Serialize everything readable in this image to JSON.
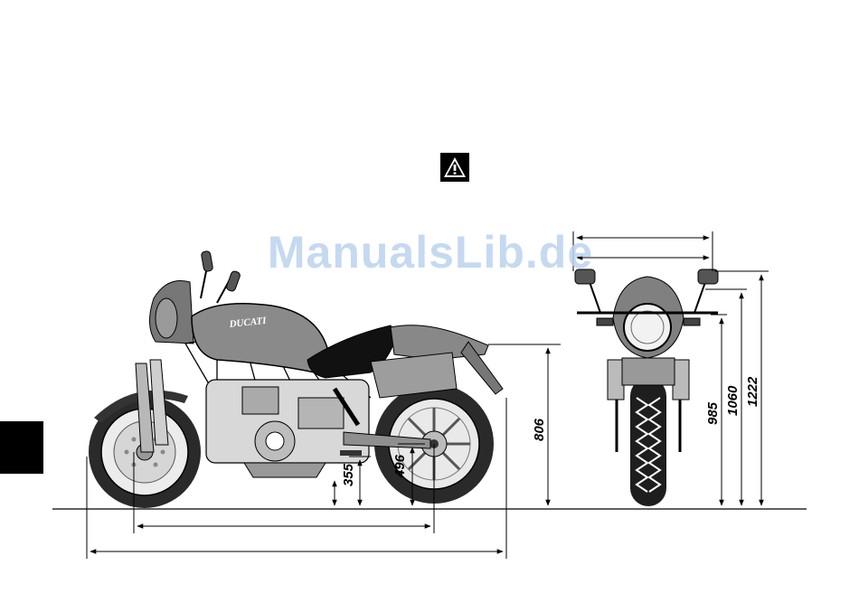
{
  "page": {
    "background": "#ffffff",
    "ink": "#000000",
    "body_gray": "#8a8a8a"
  },
  "brand_logo": "DUCATI",
  "watermark": "ManualsLib.de",
  "icons": {
    "warning": "warning-triangle-icon"
  },
  "dimensions": {
    "footpeg_height": "355",
    "axle_height": "496",
    "seat_height": "806",
    "mirror_height": "985",
    "width_height": "1060",
    "overall_height": "1222"
  }
}
